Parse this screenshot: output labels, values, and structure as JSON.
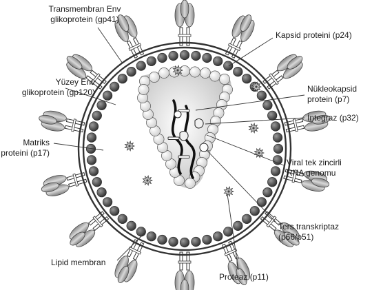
{
  "labels": {
    "gp41": "Transmembran Env\nglikoprotein (gp41)",
    "gp120": "Yüzey Env\nglikoprotein (gp120)",
    "p17": "Matriks\nproteini (p17)",
    "lipid": "Lipid membran",
    "p24": "Kapsid proteini (p24)",
    "p7": "Nükleokapsid\nprotein (p7)",
    "p32": "İntegraz (p32)",
    "rna": "Viral tek zincirli\nRNA genomu",
    "rt": "Ters transkriptaz\n(p66/p51)",
    "p11": "Proteaz (p11)"
  },
  "colors": {
    "membrane": "#333333",
    "matrix_dark": "#505050",
    "capsid_fill": "#e9e9e9",
    "spike": "#9a9a9a",
    "rna": "#111111"
  }
}
